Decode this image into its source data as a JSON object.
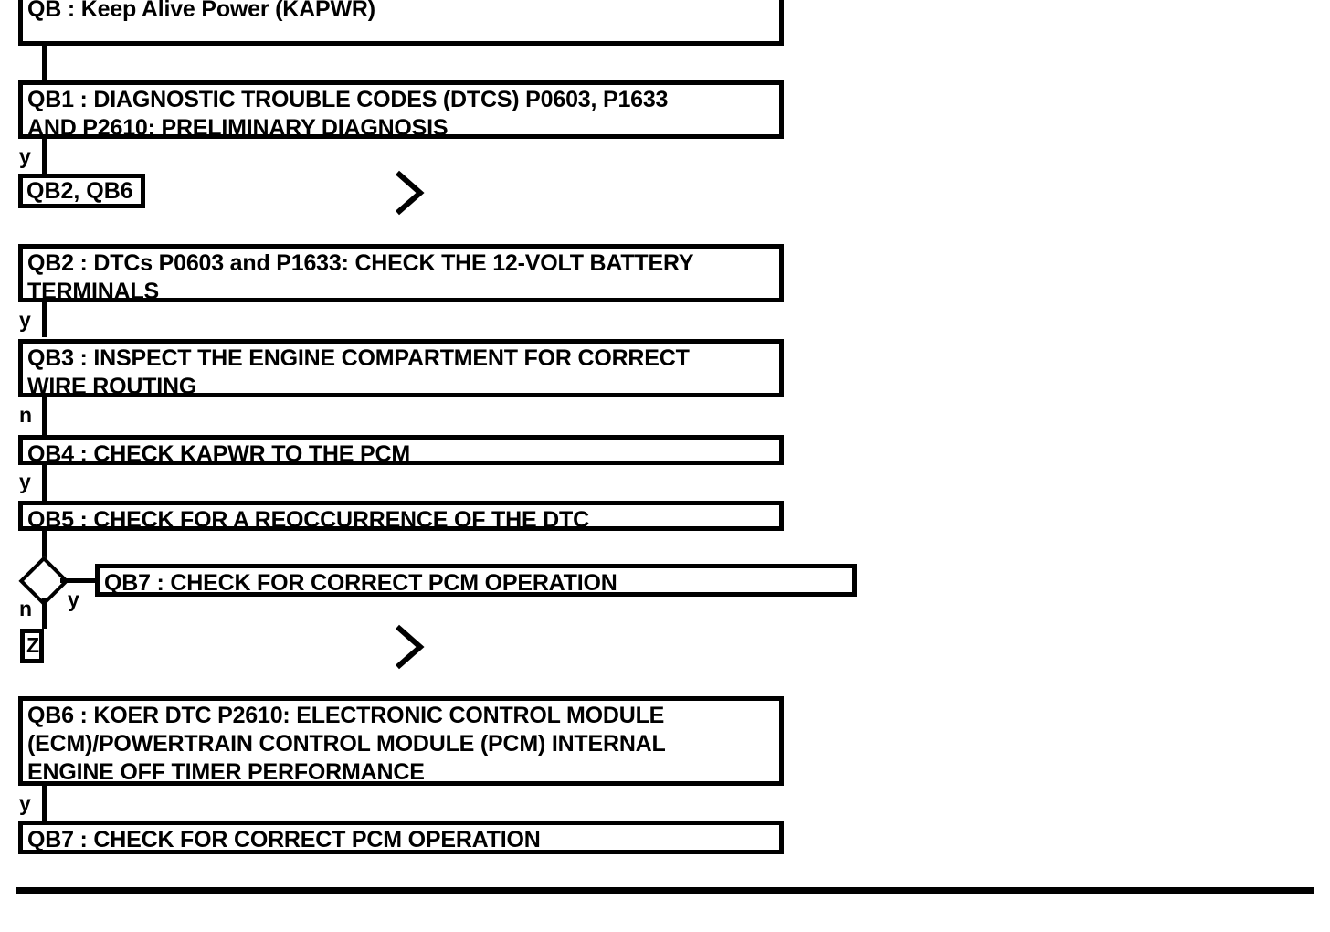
{
  "document": {
    "title": "QB : Keep Alive Power (KAPWR)",
    "type": "diagnostic-flowchart"
  },
  "nodes": [
    {
      "id": "QB",
      "label": "QB : Keep Alive Power (KAPWR)",
      "shape": "box-clipped-top"
    },
    {
      "id": "QB1",
      "label": "QB1 : DIAGNOSTIC TROUBLE CODES (DTCS) P0603, P1633\nAND P2610: PRELIMINARY DIAGNOSIS",
      "shape": "box"
    },
    {
      "id": "QB2_QB6_REF",
      "label": "QB2, QB6",
      "shape": "reference-box"
    },
    {
      "id": "QB2",
      "label": "QB2 : DTCs P0603 and P1633: CHECK THE 12-VOLT BATTERY\nTERMINALS",
      "shape": "box"
    },
    {
      "id": "QB3",
      "label": "QB3 : INSPECT THE ENGINE COMPARTMENT FOR CORRECT\nWIRE ROUTING",
      "shape": "box"
    },
    {
      "id": "QB4",
      "label": "QB4 : CHECK KAPWR TO THE PCM",
      "shape": "box"
    },
    {
      "id": "QB5",
      "label": "QB5 : CHECK FOR A REOCCURRENCE OF THE DTC",
      "shape": "box"
    },
    {
      "id": "QB7_BRANCH",
      "label": "QB7 : CHECK FOR CORRECT PCM OPERATION",
      "shape": "box"
    },
    {
      "id": "Z_REF",
      "label": "Z",
      "shape": "reference-box"
    },
    {
      "id": "QB6",
      "label": "QB6 : KOER DTC P2610: ELECTRONIC CONTROL MODULE\n(ECM)/POWERTRAIN CONTROL MODULE (PCM) INTERNAL\nENGINE OFF TIMER PERFORMANCE",
      "shape": "box"
    },
    {
      "id": "QB7",
      "label": "QB7 : CHECK FOR CORRECT PCM OPERATION",
      "shape": "box"
    }
  ],
  "branch_labels": {
    "qb1_yes": "y",
    "qb2_yes": "y",
    "qb3_no": "n",
    "qb4_yes": "y",
    "qb5_decision_no": "n",
    "qb5_decision_yes": "y",
    "qb6_yes": "y"
  },
  "markers": {
    "continuation_chevron": ">",
    "count": 2
  },
  "colors": {
    "ink": "#000000",
    "paper": "#ffffff"
  },
  "chart_data": {
    "type": "diagram",
    "title": "QB : Keep Alive Power (KAPWR)",
    "diagram_kind": "flowchart",
    "nodes": [
      "QB : Keep Alive Power (KAPWR)",
      "QB1 : DIAGNOSTIC TROUBLE CODES (DTCS) P0603, P1633 AND P2610: PRELIMINARY DIAGNOSIS",
      "QB2, QB6",
      "QB2 : DTCs P0603 and P1633: CHECK THE 12-VOLT BATTERY TERMINALS",
      "QB3 : INSPECT THE ENGINE COMPARTMENT FOR CORRECT WIRE ROUTING",
      "QB4 : CHECK KAPWR TO THE PCM",
      "QB5 : CHECK FOR A REOCCURRENCE OF THE DTC",
      "QB7 : CHECK FOR CORRECT PCM OPERATION",
      "Z",
      "QB6 : KOER DTC P2610: ELECTRONIC CONTROL MODULE (ECM)/POWERTRAIN CONTROL MODULE (PCM) INTERNAL ENGINE OFF TIMER PERFORMANCE",
      "QB7 : CHECK FOR CORRECT PCM OPERATION"
    ],
    "edges": [
      {
        "from": "QB",
        "to": "QB1",
        "label": ""
      },
      {
        "from": "QB1",
        "to": "QB2, QB6",
        "label": "y"
      },
      {
        "from": "QB2",
        "to": "QB3",
        "label": "y"
      },
      {
        "from": "QB3",
        "to": "QB4",
        "label": "n"
      },
      {
        "from": "QB4",
        "to": "QB5",
        "label": "y"
      },
      {
        "from": "QB5",
        "to": "decision",
        "label": ""
      },
      {
        "from": "decision",
        "to": "QB7 : CHECK FOR CORRECT PCM OPERATION",
        "label": "y"
      },
      {
        "from": "decision",
        "to": "Z",
        "label": "n"
      },
      {
        "from": "QB6",
        "to": "QB7 : CHECK FOR CORRECT PCM OPERATION",
        "label": "y"
      }
    ]
  }
}
